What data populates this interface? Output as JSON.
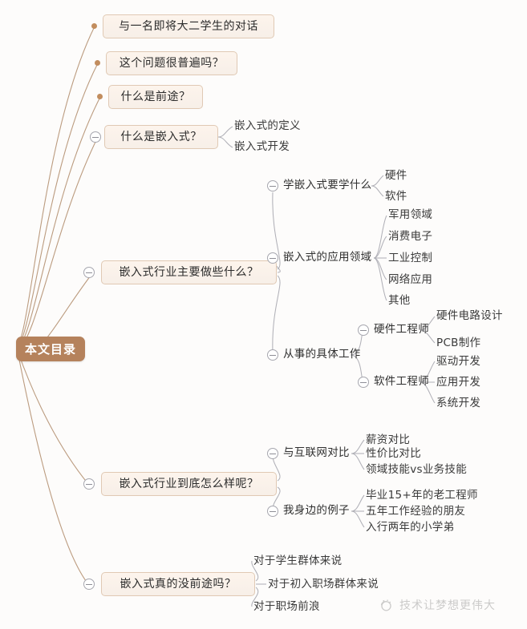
{
  "mindmap": {
    "root": {
      "label": "本文目录",
      "color": "#b5825c"
    },
    "branches": [
      {
        "label": "与一名即将大二学生的对话",
        "connector": "dot",
        "children": []
      },
      {
        "label": "这个问题很普遍吗？",
        "connector": "dot",
        "children": []
      },
      {
        "label": "什么是前途？",
        "connector": "dot",
        "children": []
      },
      {
        "label": "什么是嵌入式？",
        "connector": "toggle",
        "children": [
          {
            "label": "嵌入式的定义"
          },
          {
            "label": "嵌入式开发"
          }
        ]
      },
      {
        "label": "嵌入式行业主要做些什么？",
        "connector": "toggle",
        "children": [
          {
            "label": "学嵌入式要学什么",
            "connector": "toggle",
            "children": [
              {
                "label": "硬件"
              },
              {
                "label": "软件"
              }
            ]
          },
          {
            "label": "嵌入式的应用领域",
            "connector": "toggle",
            "children": [
              {
                "label": "军用领域"
              },
              {
                "label": "消费电子"
              },
              {
                "label": "工业控制"
              },
              {
                "label": "网络应用"
              },
              {
                "label": "其他"
              }
            ]
          },
          {
            "label": "从事的具体工作",
            "connector": "toggle",
            "children": [
              {
                "label": "硬件工程师",
                "connector": "toggle",
                "children": [
                  {
                    "label": "硬件电路设计"
                  },
                  {
                    "label": "PCB制作"
                  }
                ]
              },
              {
                "label": "软件工程师",
                "connector": "toggle",
                "children": [
                  {
                    "label": "驱动开发"
                  },
                  {
                    "label": "应用开发"
                  },
                  {
                    "label": "系统开发"
                  }
                ]
              }
            ]
          }
        ]
      },
      {
        "label": "嵌入式行业到底怎么样呢？",
        "connector": "toggle",
        "children": [
          {
            "label": "与互联网对比",
            "connector": "toggle",
            "children": [
              {
                "label": "薪资对比"
              },
              {
                "label": "性价比对比"
              },
              {
                "label": "领域技能vs业务技能"
              }
            ]
          },
          {
            "label": "我身边的例子",
            "connector": "toggle",
            "children": [
              {
                "label": "毕业15+年的老工程师"
              },
              {
                "label": "五年工作经验的朋友"
              },
              {
                "label": "入行两年的小学弟"
              }
            ]
          }
        ]
      },
      {
        "label": "嵌入式真的没前途吗？",
        "connector": "toggle",
        "children": [
          {
            "label": "对于学生群体来说"
          },
          {
            "label": "对于初入职场群体来说"
          },
          {
            "label": "对于职场前浪"
          }
        ]
      }
    ]
  },
  "watermark": {
    "text": "技术让梦想更伟大",
    "icon": "circle-logo-icon"
  },
  "nodes": {
    "b0": "与一名即将大二学生的对话",
    "b1": "这个问题很普遍吗？",
    "b2": "什么是前途？",
    "b3": "什么是嵌入式？",
    "b3c0": "嵌入式的定义",
    "b3c1": "嵌入式开发",
    "b4": "嵌入式行业主要做些什么？",
    "b4c0": "学嵌入式要学什么",
    "b4c0a": "硬件",
    "b4c0b": "软件",
    "b4c1": "嵌入式的应用领域",
    "b4c1a": "军用领域",
    "b4c1b": "消费电子",
    "b4c1c": "工业控制",
    "b4c1d": "网络应用",
    "b4c1e": "其他",
    "b4c2": "从事的具体工作",
    "b4c2a": "硬件工程师",
    "b4c2a1": "硬件电路设计",
    "b4c2a2": "PCB制作",
    "b4c2b": "软件工程师",
    "b4c2b1": "驱动开发",
    "b4c2b2": "应用开发",
    "b4c2b3": "系统开发",
    "b5": "嵌入式行业到底怎么样呢？",
    "b5c0": "与互联网对比",
    "b5c0a": "薪资对比",
    "b5c0b": "性价比对比",
    "b5c0c": "领域技能vs业务技能",
    "b5c1": "我身边的例子",
    "b5c1a": "毕业15+年的老工程师",
    "b5c1b": "五年工作经验的朋友",
    "b5c1c": "入行两年的小学弟",
    "b6": "嵌入式真的没前途吗？",
    "b6c0": "对于学生群体来说",
    "b6c1": "对于初入职场群体来说",
    "b6c2": "对于职场前浪",
    "root": "本文目录"
  }
}
